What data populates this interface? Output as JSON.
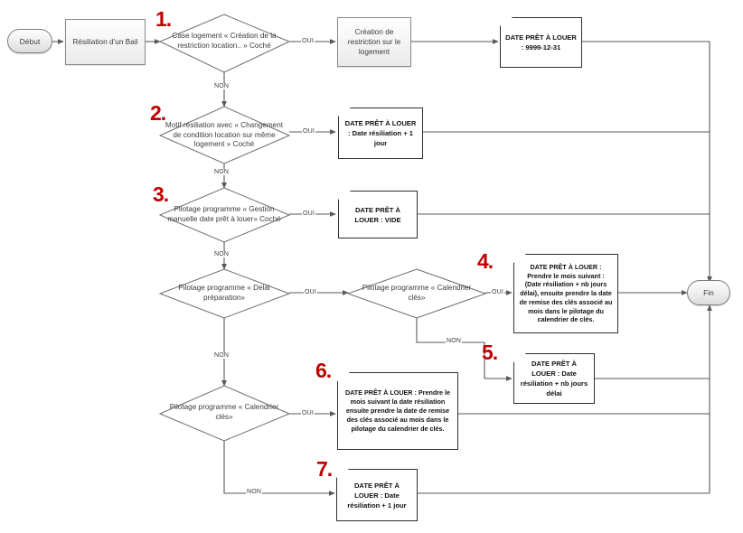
{
  "diagram": {
    "title": "Flowchart - Date prêt à louer (Résiliation d'un bail)",
    "language": "fr",
    "accent_color": "#c00000",
    "line_color": "#595959",
    "doc_border_color": "#2f2f2f"
  },
  "terminals": {
    "start": "Début",
    "end": "Fin"
  },
  "processes": [
    {
      "id": "resiliation",
      "label": "Résiliation d'un Bail"
    },
    {
      "id": "creation_restriction",
      "label": "Création de restriction sur le logement"
    }
  ],
  "decisions": [
    {
      "id": "d1",
      "num": "1.",
      "label": "Case logement « Création de la restriction location.. » Coché"
    },
    {
      "id": "d2",
      "num": "2.",
      "label": "Motif résiliation avec « Changement de condition location sur même logement » Coché"
    },
    {
      "id": "d3",
      "num": "3.",
      "label": "Pilotage programme « Gestion manuelle date prêt à louer» Coché"
    },
    {
      "id": "d4",
      "num": "",
      "label": "Pilotage programme « Delai préparation»"
    },
    {
      "id": "d5",
      "num": "",
      "label": "Pilotage programme « Calendrier clés»"
    },
    {
      "id": "d6",
      "num": "",
      "label": "Pilotage programme « Calendrier clés»"
    }
  ],
  "documents": [
    {
      "id": "doc1",
      "num": "",
      "lines": [
        "DATE PRÊT À",
        "LOUER :",
        "9999-12-31"
      ]
    },
    {
      "id": "doc2",
      "num": "",
      "lines": [
        "DATE PRÊT À",
        "LOUER :",
        "Date résiliation",
        "+ 1 jour"
      ]
    },
    {
      "id": "doc3",
      "num": "",
      "lines": [
        "DATE PRÊT À",
        "LOUER :",
        "VIDE"
      ]
    },
    {
      "id": "doc4",
      "num": "4.",
      "lines": [
        "DATE PRÊT À LOUER :",
        "Prendre le mois suivant :",
        "(Date résiliation + nb jours délai), ensuite prendre la date de remise des clés associé au mois dans le pilotage du calendrier de clés."
      ]
    },
    {
      "id": "doc5",
      "num": "5.",
      "lines": [
        "DATE PRÊT À",
        "LOUER :",
        "Date résiliation",
        "+ nb jours délai"
      ]
    },
    {
      "id": "doc6",
      "num": "6.",
      "lines": [
        "DATE PRÊT À LOUER :",
        "Prendre le mois suivant la date résiliation ensuite prendre la date de remise des clés associé au mois dans le pilotage du calendrier de clés."
      ]
    },
    {
      "id": "doc7",
      "num": "7.",
      "lines": [
        "DATE PRÊT À",
        "LOUER :",
        "Date résiliation",
        "+ 1 jour"
      ]
    }
  ],
  "edge_labels": {
    "oui": "OUI",
    "non": "NON"
  },
  "numbers": {
    "n1": "1.",
    "n2": "2.",
    "n3": "3.",
    "n4": "4.",
    "n5": "5.",
    "n6": "6.",
    "n7": "7."
  }
}
